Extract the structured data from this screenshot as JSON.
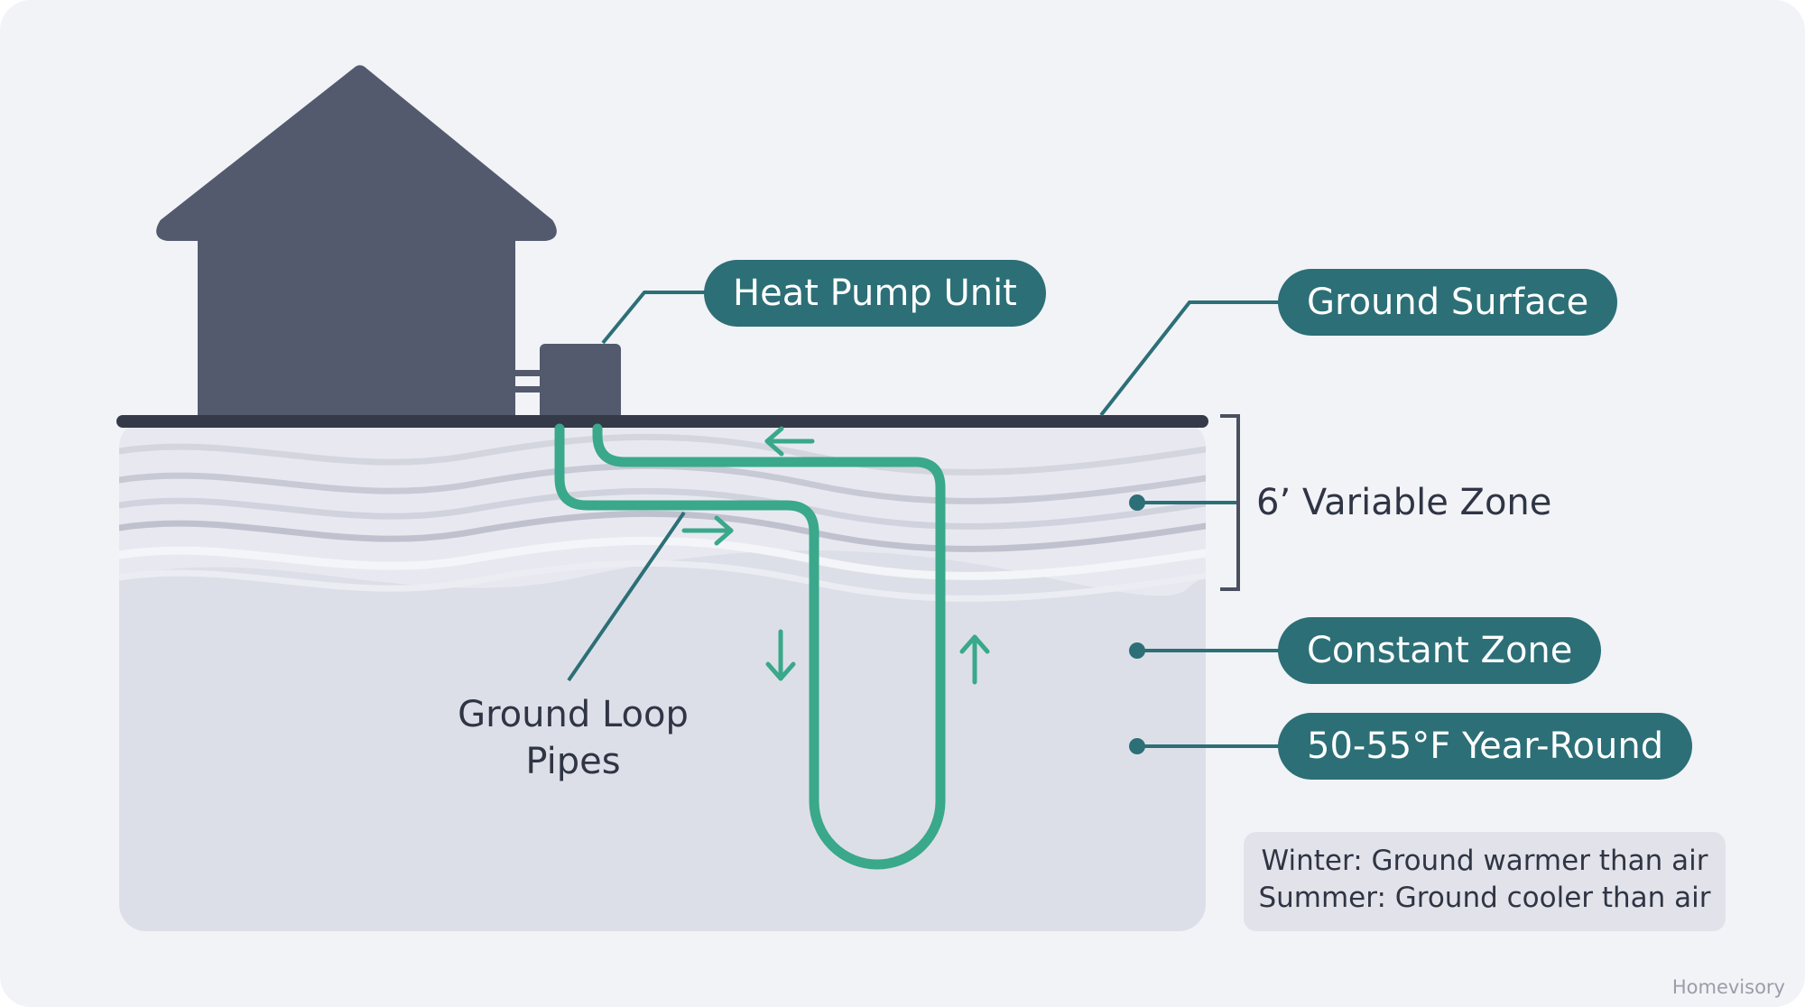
{
  "labels": {
    "heat_pump_unit": "Heat Pump Unit",
    "ground_surface": "Ground Surface",
    "variable_zone": "6’  Variable Zone",
    "constant_zone": "Constant Zone",
    "temperature": "50-55°F Year-Round",
    "ground_loop_line1": "Ground Loop",
    "ground_loop_line2": "Pipes"
  },
  "note": {
    "winter": "Winter: Ground warmer than air",
    "summer": "Summer: Ground cooler than air"
  },
  "brand": "Homevisory",
  "colors": {
    "background": "#f2f3f7",
    "house": "#535a6e",
    "ground": "#dddfe8",
    "pipe": "#3aa88a",
    "pill": "#2c6f77",
    "leader": "#2c6f77"
  }
}
